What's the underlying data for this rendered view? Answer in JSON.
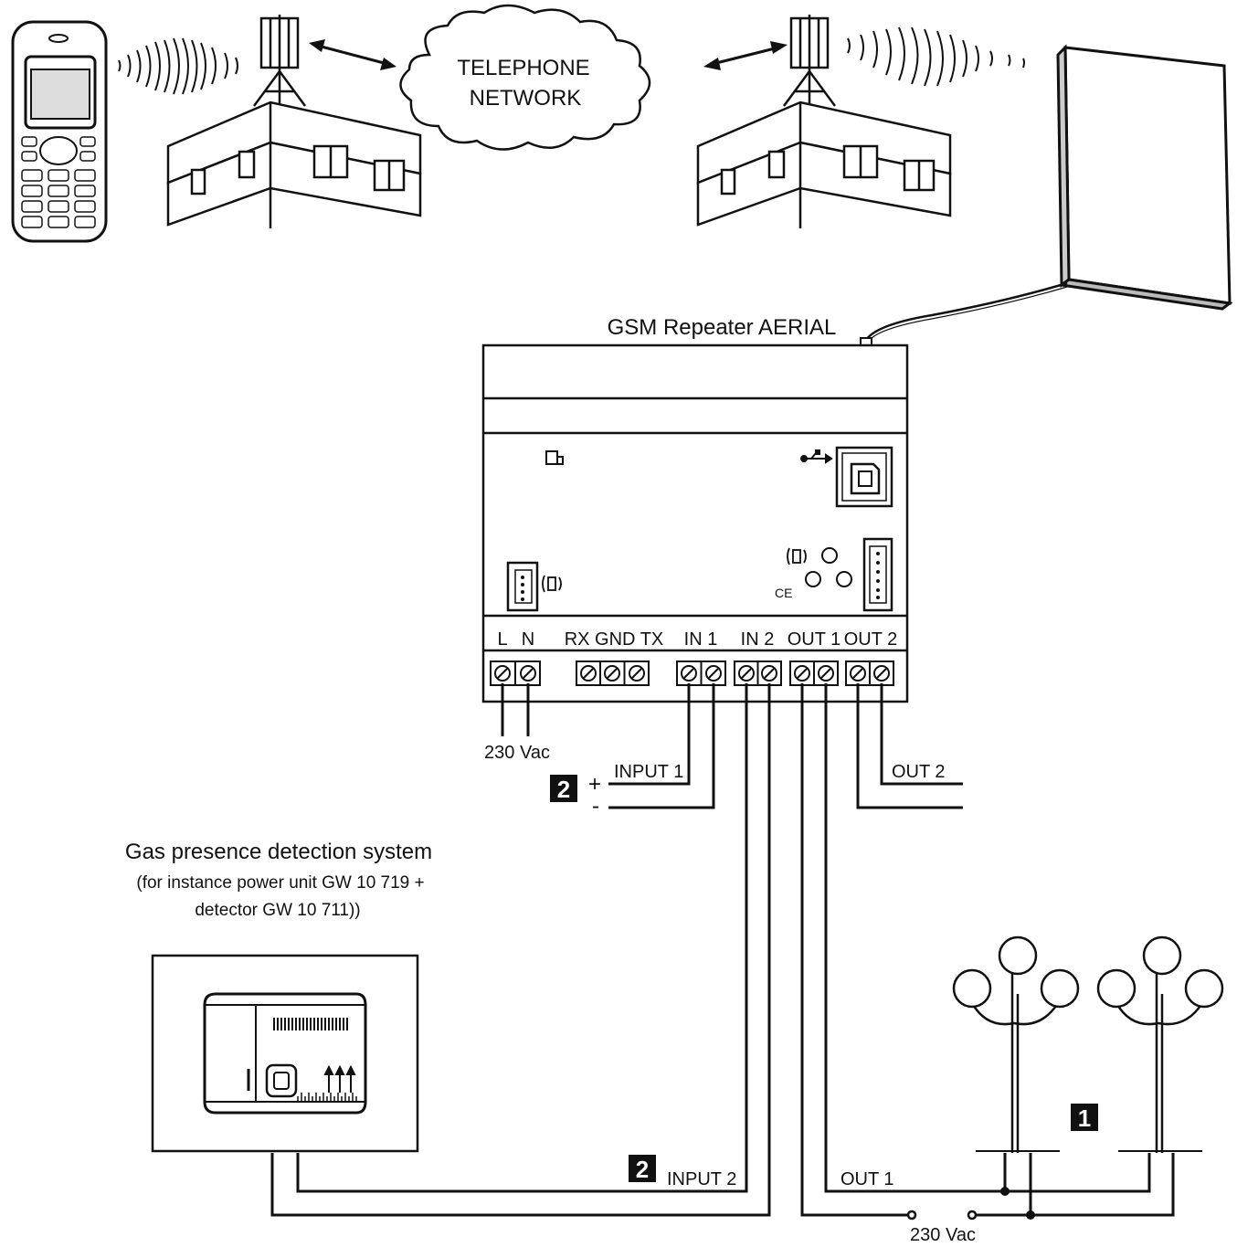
{
  "network": {
    "cloud_line1": "TELEPHONE",
    "cloud_line2": "NETWORK"
  },
  "aerial": {
    "label": "GSM Repeater AERIAL"
  },
  "device": {
    "terminals": {
      "l": "L",
      "n": "N",
      "serial": "RX GND TX",
      "in1": "IN 1",
      "in2": "IN 2",
      "out1": "OUT 1",
      "out2": "OUT 2"
    },
    "ce_mark": "CE"
  },
  "wiring": {
    "supply": "230 Vac",
    "input1": "INPUT 1",
    "input2": "INPUT 2",
    "out1": "OUT 1",
    "out2": "OUT 2",
    "plus": "+",
    "minus": "-",
    "lamp_supply": "230 Vac"
  },
  "markers": {
    "m1": "1",
    "m2a": "2",
    "m2b": "2"
  },
  "gas_system": {
    "title": "Gas presence detection system",
    "note_line1": "(for instance power unit  GW 10 719 +",
    "note_line2": "detector GW 10 711))"
  }
}
